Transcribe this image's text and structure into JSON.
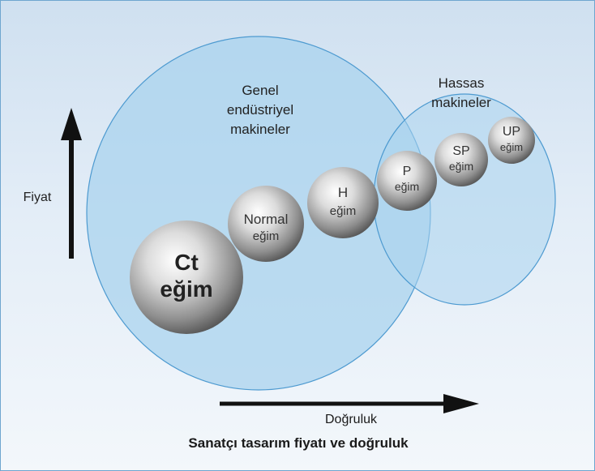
{
  "regions": {
    "general": [
      "Genel",
      "endüstriyel",
      "makineler"
    ],
    "precision": [
      "Hassas",
      "makineler"
    ]
  },
  "axes": {
    "y_label": "Fiyat",
    "x_label": "Doğruluk"
  },
  "balls": [
    {
      "line1": "Ct",
      "line2": "eğim"
    },
    {
      "line1": "Normal",
      "line2": "eğim"
    },
    {
      "line1": "H",
      "line2": "eğim"
    },
    {
      "line1": "P",
      "line2": "eğim"
    },
    {
      "line1": "SP",
      "line2": "eğim"
    },
    {
      "line1": "UP",
      "line2": "eğim"
    }
  ],
  "caption": "Sanatçı tasarım fiyatı ve doğruluk",
  "colors": {
    "region_fill": "#a9d3ee",
    "region_stroke": "#4d9ad0",
    "arrow": "#111111"
  }
}
